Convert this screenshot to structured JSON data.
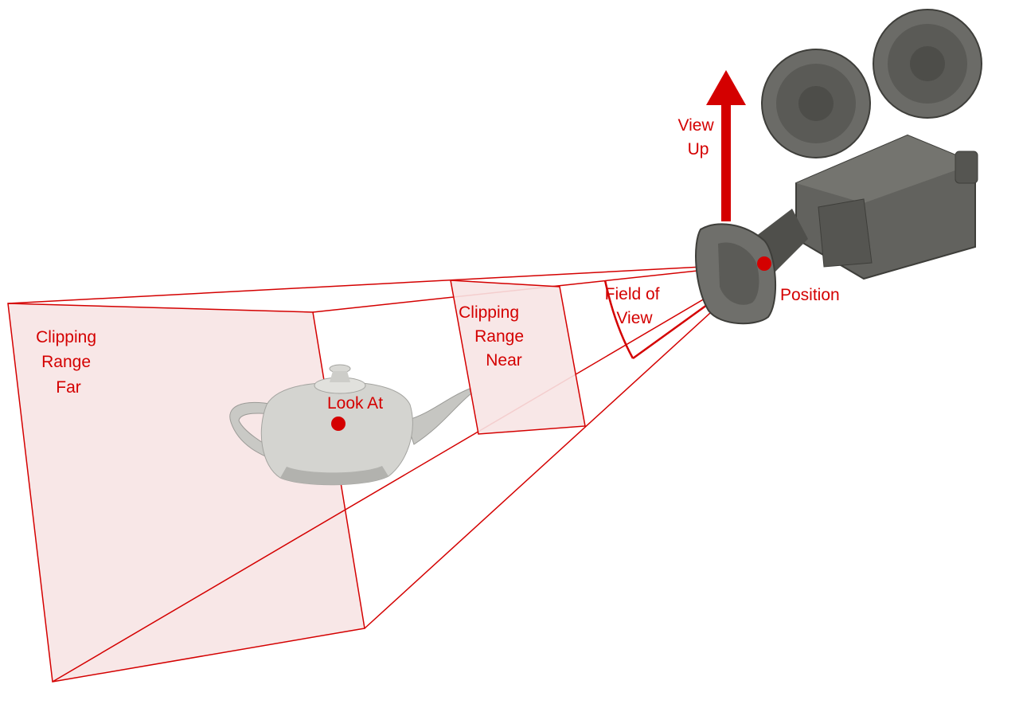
{
  "labels": {
    "view_up": [
      "View",
      "Up"
    ],
    "position": "Position",
    "field_of_view": [
      "Field of",
      "View"
    ],
    "clipping_near": [
      "Clipping",
      "Range",
      "Near"
    ],
    "clipping_far": [
      "Clipping",
      "Range",
      "Far"
    ],
    "look_at": "Look At"
  },
  "colors": {
    "accent": "#d40000",
    "plane_fill": "#f7e4e4",
    "teapot": "#cfcfcb",
    "camera_body": "#5c5c58"
  },
  "icons": {
    "camera": "movie-camera-icon",
    "teapot": "teapot-icon"
  }
}
